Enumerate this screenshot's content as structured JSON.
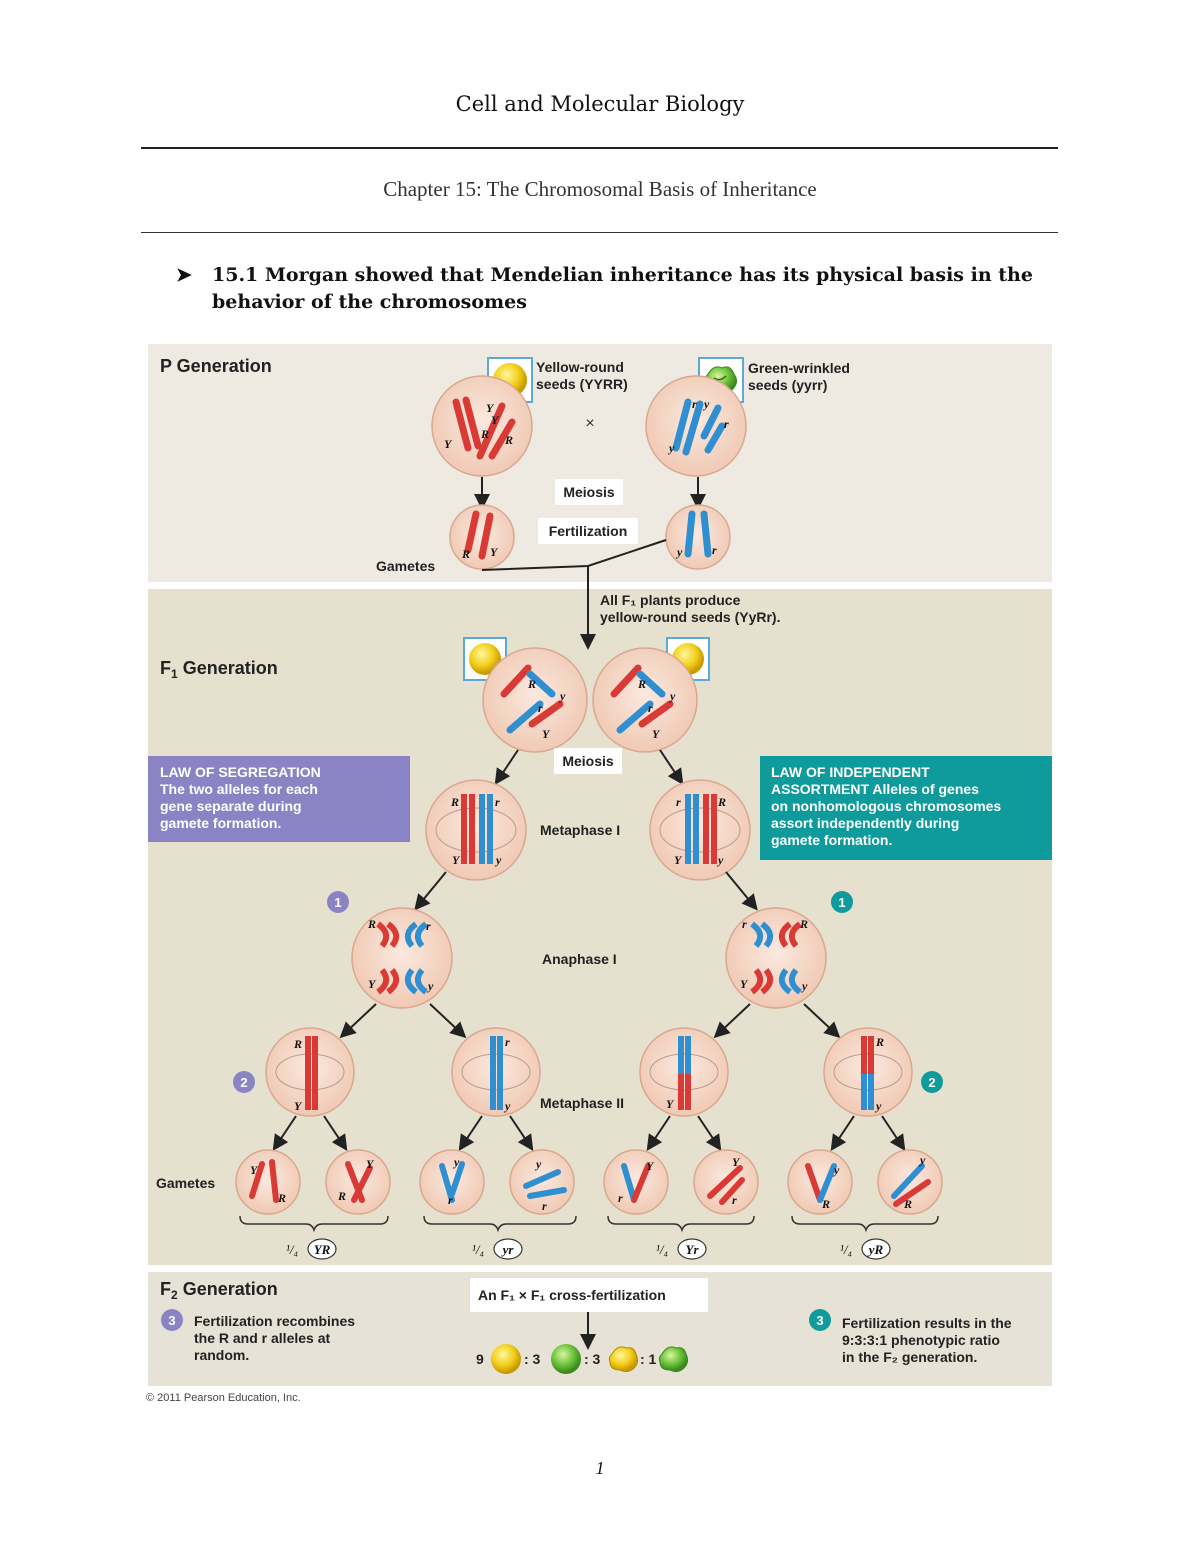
{
  "header": {
    "title": "Cell and Molecular Biology",
    "chapter": "Chapter 15: The Chromosomal Basis of Inheritance"
  },
  "section": {
    "bullet": "➤",
    "heading": "15.1 Morgan showed that Mendelian inheritance has its physical basis in the behavior of the chromosomes"
  },
  "figure": {
    "p_generation": {
      "title": "P Generation",
      "yellow_seed_label_1": "Yellow-round",
      "yellow_seed_label_2": "seeds (YYRR)",
      "green_seed_label_1": "Green-wrinkled",
      "green_seed_label_2": "seeds (yyrr)",
      "cross": "×",
      "meiosis": "Meiosis",
      "fertilization": "Fertilization",
      "gametes": "Gametes"
    },
    "f1_generation": {
      "title": "F",
      "title_sub": "1",
      "title_rest": " Generation",
      "note_1": "All F₁ plants produce",
      "note_2": "yellow-round seeds (YyRr).",
      "meiosis": "Meiosis",
      "metaphase_1": "Metaphase I",
      "anaphase_1": "Anaphase I",
      "metaphase_2": "Metaphase II",
      "gametes": "Gametes",
      "law_segregation": {
        "title": "LAW OF SEGREGATION",
        "line1": "The two alleles for each",
        "line2": "gene separate during",
        "line3": "gamete formation."
      },
      "law_independent": {
        "title1": "LAW OF INDEPENDENT",
        "title2": "ASSORTMENT",
        "line1_rest": " Alleles of genes",
        "line2": "on nonhomologous chromosomes",
        "line3": "assort independently during",
        "line4": "gamete formation."
      },
      "step1": "1",
      "step2": "2",
      "fractions": [
        {
          "frac": "¹/₄",
          "genotype": "YR"
        },
        {
          "frac": "¹/₄",
          "genotype": "yr"
        },
        {
          "frac": "¹/₄",
          "genotype": "Yr"
        },
        {
          "frac": "¹/₄",
          "genotype": "yR"
        }
      ]
    },
    "f2_generation": {
      "title": "F",
      "title_sub": "2",
      "title_rest": " Generation",
      "cross_label": "An F₁ × F₁ cross-fertilization",
      "step3": "3",
      "left_1": "Fertilization recombines",
      "left_2": "the R and r alleles at",
      "left_3": "random.",
      "right_1": "Fertilization results in the",
      "right_2": "9:3:3:1 phenotypic ratio",
      "right_3": "in the F₂ generation.",
      "ratio": [
        "9",
        ": 3",
        ": 3",
        ": 1"
      ]
    },
    "colors": {
      "dominant_chromosome": "#d93a36",
      "recessive_chromosome": "#2f8fd0",
      "segregation_box": "#8a84c4",
      "assortment_box": "#0f9a9c",
      "panel_p": "#eeeae1",
      "panel_f1": "#e6e0cf",
      "panel_f2": "#e6e2d6"
    }
  },
  "footer": {
    "copyright": "© 2011 Pearson Education, Inc.",
    "page_number": "1"
  }
}
